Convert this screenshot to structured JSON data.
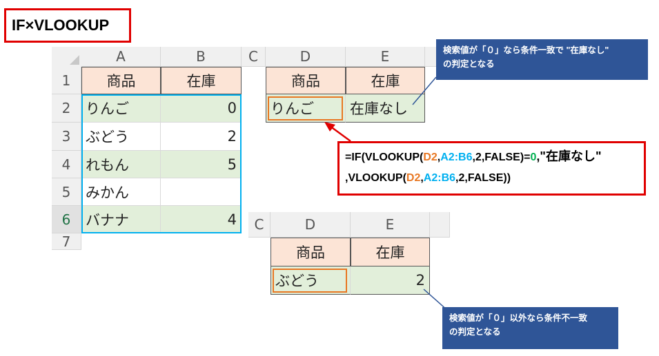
{
  "title": "IF×VLOOKUP",
  "sheet1": {
    "columns": [
      "A",
      "B",
      "C",
      "D",
      "E"
    ],
    "rows": [
      "1",
      "2",
      "3",
      "4",
      "5",
      "6",
      "7"
    ],
    "headers": {
      "product": "商品",
      "stock": "在庫"
    },
    "data": [
      {
        "product": "りんご",
        "stock": "0"
      },
      {
        "product": "ぶどう",
        "stock": "2"
      },
      {
        "product": "れもん",
        "stock": "5"
      },
      {
        "product": "みかん",
        "stock": ""
      },
      {
        "product": "バナナ",
        "stock": "4"
      }
    ],
    "lookup": {
      "product": "りんご",
      "result": "在庫なし"
    }
  },
  "sheet2": {
    "columns": [
      "C",
      "D",
      "E"
    ],
    "headers": {
      "product": "商品",
      "stock": "在庫"
    },
    "lookup": {
      "product": "ぶどう",
      "result": "2"
    }
  },
  "formula": {
    "p1": "=IF(VLOOKUP(",
    "d2a": "D2",
    "c1": ",",
    "rangea": "A2:B6",
    "p2": ",2,FALSE)=",
    "zero": "0",
    "p3": ",\"在庫なし\"",
    "p4": ",VLOOKUP(",
    "d2b": "D2",
    "c2": ",",
    "rangeb": "A2:B6",
    "p5": ",2,FALSE))"
  },
  "callouts": {
    "top": {
      "line1": "検索値が「０」なら条件一致で \"在庫なし\"",
      "line2": "の判定となる"
    },
    "bottom": {
      "line1": "検索値が「０」以外なら条件不一致",
      "line2": "の判定となる"
    }
  },
  "colors": {
    "accent_red": "#e00000",
    "callout_bg": "#2f5597",
    "header_fill": "#fce4d6",
    "green_fill": "#e2efda",
    "range_orange": "#e87722",
    "range_blue": "#00b0f0",
    "value_green": "#00b050"
  }
}
